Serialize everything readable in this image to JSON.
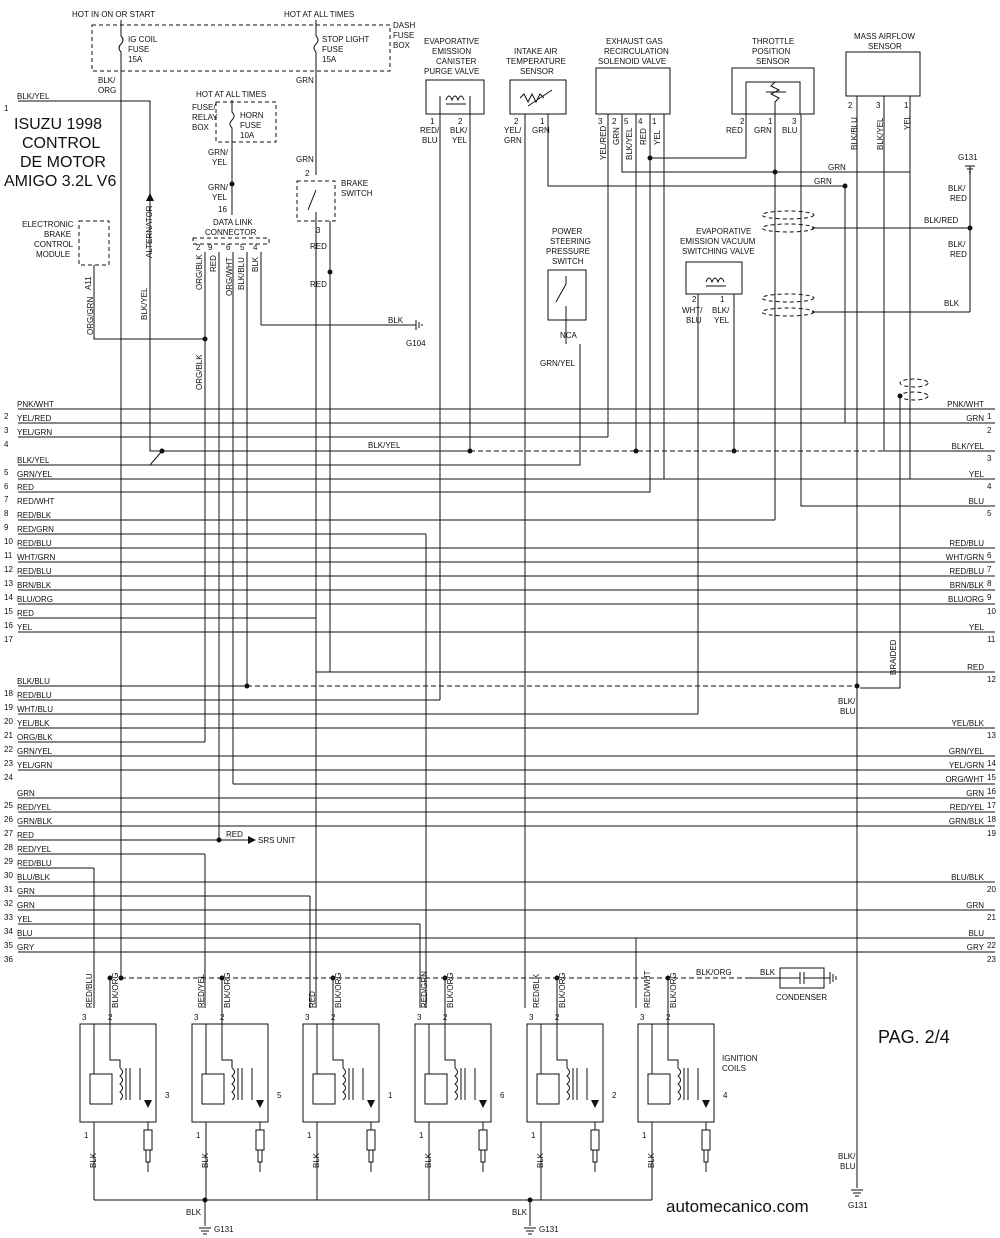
{
  "title": {
    "line1": "ISUZU 1998",
    "line2": "CONTROL",
    "line3": "DE MOTOR",
    "line4": "AMIGO 3.2L V6"
  },
  "page_label": "PAG. 2/4",
  "footer_site": "automecanico.com",
  "top": {
    "hot_in_on": "HOT IN ON OR START",
    "hot_at_all_times": "HOT AT ALL TIMES",
    "hot_at_all_times_2": "HOT AT ALL TIMES",
    "dash_fuse_box": [
      "DASH",
      "FUSE",
      "BOX"
    ],
    "ig_coil_fuse": [
      "IG COIL",
      "FUSE",
      "15A"
    ],
    "stop_light_fuse": [
      "STOP LIGHT",
      "FUSE",
      "15A"
    ],
    "fuse_relay_box": [
      "FUSE/",
      "RELAY",
      "BOX"
    ],
    "horn_fuse": [
      "HORN",
      "FUSE",
      "10A"
    ],
    "brake_switch": [
      "BRAKE",
      "SWITCH"
    ],
    "data_link": [
      "DATA LINK",
      "CONNECTOR"
    ],
    "ebcm": [
      "ELECTRONIC",
      "BRAKE",
      "CONTROL",
      "MODULE"
    ],
    "alternator": "ALTERNATOR",
    "g104": "G104",
    "g131": "G131"
  },
  "components": {
    "evap_purge": [
      "EVAPORATIVE",
      "EMISSION",
      "CANISTER",
      "PURGE VALVE"
    ],
    "iat": [
      "INTAKE AIR",
      "TEMPERATURE",
      "SENSOR"
    ],
    "egr": [
      "EXHAUST GAS",
      "RECIRCULATION",
      "SOLENOID VALVE"
    ],
    "tps": [
      "THROTTLE",
      "POSITION",
      "SENSOR"
    ],
    "maf": [
      "MASS AIRFLOW",
      "SENSOR"
    ],
    "ps_switch": [
      "POWER",
      "STEERING",
      "PRESSURE",
      "SWITCH"
    ],
    "evap_vacuum": [
      "EVAPORATIVE",
      "EMISSION VACUUM",
      "SWITCHING VALVE"
    ],
    "nca": "NCA",
    "srs_unit": "SRS UNIT",
    "condenser": "CONDENSER",
    "ignition_coils": [
      "IGNITION",
      "COILS"
    ],
    "braided": "BRAIDED"
  },
  "left_rows": [
    {
      "num": "1",
      "label": "BLK/YEL"
    },
    {
      "num": "2",
      "label": "PNK/WHT"
    },
    {
      "num": "3",
      "label": "YEL/RED"
    },
    {
      "num": "4",
      "label": "YEL/GRN"
    },
    {
      "num": "5",
      "label": "BLK/YEL"
    },
    {
      "num": "6",
      "label": "GRN/YEL"
    },
    {
      "num": "7",
      "label": "RED"
    },
    {
      "num": "8",
      "label": "RED/WHT"
    },
    {
      "num": "9",
      "label": "RED/BLK"
    },
    {
      "num": "10",
      "label": "RED/GRN"
    },
    {
      "num": "11",
      "label": "RED/BLU"
    },
    {
      "num": "12",
      "label": "WHT/GRN"
    },
    {
      "num": "13",
      "label": "RED/BLU"
    },
    {
      "num": "14",
      "label": "BRN/BLK"
    },
    {
      "num": "15",
      "label": "BLU/ORG"
    },
    {
      "num": "16",
      "label": "RED"
    },
    {
      "num": "17",
      "label": "YEL"
    },
    {
      "num": "18",
      "label": "BLK/BLU"
    },
    {
      "num": "19",
      "label": "RED/BLU"
    },
    {
      "num": "20",
      "label": "WHT/BLU"
    },
    {
      "num": "21",
      "label": "YEL/BLK"
    },
    {
      "num": "22",
      "label": "ORG/BLK"
    },
    {
      "num": "23",
      "label": "GRN/YEL"
    },
    {
      "num": "24",
      "label": "YEL/GRN"
    },
    {
      "num": "25",
      "label": "GRN"
    },
    {
      "num": "26",
      "label": "RED/YEL"
    },
    {
      "num": "27",
      "label": "GRN/BLK"
    },
    {
      "num": "28",
      "label": "RED"
    },
    {
      "num": "29",
      "label": "RED/YEL"
    },
    {
      "num": "30",
      "label": "RED/BLU"
    },
    {
      "num": "31",
      "label": "BLU/BLK"
    },
    {
      "num": "32",
      "label": "GRN"
    },
    {
      "num": "33",
      "label": "GRN"
    },
    {
      "num": "34",
      "label": "YEL"
    },
    {
      "num": "35",
      "label": "BLU"
    },
    {
      "num": "36",
      "label": "GRY"
    }
  ],
  "right_rows": [
    {
      "num": "1",
      "label": "PNK/WHT"
    },
    {
      "num": "2",
      "label": "GRN"
    },
    {
      "num": "3",
      "label": "BLK/YEL"
    },
    {
      "num": "4",
      "label": "YEL"
    },
    {
      "num": "5",
      "label": "BLU"
    },
    {
      "num": "6",
      "label": "RED/BLU"
    },
    {
      "num": "7",
      "label": "WHT/GRN"
    },
    {
      "num": "8",
      "label": "RED/BLU"
    },
    {
      "num": "9",
      "label": "BRN/BLK"
    },
    {
      "num": "10",
      "label": "BLU/ORG"
    },
    {
      "num": "11",
      "label": "YEL"
    },
    {
      "num": "12",
      "label": "RED"
    },
    {
      "num": "13",
      "label": "YEL/BLK"
    },
    {
      "num": "14",
      "label": "GRN/YEL"
    },
    {
      "num": "15",
      "label": "YEL/GRN"
    },
    {
      "num": "16",
      "label": "ORG/WHT"
    },
    {
      "num": "17",
      "label": "GRN"
    },
    {
      "num": "18",
      "label": "RED/YEL"
    },
    {
      "num": "19",
      "label": "GRN/BLK"
    },
    {
      "num": "20",
      "label": "BLU/BLK"
    },
    {
      "num": "21",
      "label": "GRN"
    },
    {
      "num": "22",
      "label": "BLU"
    },
    {
      "num": "23",
      "label": "GRY"
    }
  ],
  "wire_labels": {
    "blk_org": "BLK/",
    "blk_org2": "ORG",
    "grn": "GRN",
    "grn_yel_a": "GRN/",
    "grn_yel_b": "YEL",
    "red": "RED",
    "blk": "BLK",
    "blk_yel": "BLK/YEL",
    "org_grn": "ORG/GRN",
    "org_blk": "ORG/BLK",
    "org_wht": "ORG/WHT",
    "blk_blu": "BLK/BLU",
    "red_blu_a": "RED/",
    "red_blu_b": "BLU",
    "blk_yel_a": "BLK/",
    "blk_yel_b": "YEL",
    "yel_grn_a": "YEL/",
    "yel_grn_b": "GRN",
    "yel_red": "YEL/RED",
    "blk_red_a": "BLK/",
    "blk_red_b": "RED",
    "blk_red": "BLK/RED",
    "yel": "YEL",
    "blu": "BLU",
    "grn_yel": "GRN/YEL",
    "wht_blu_a": "WHT/",
    "wht_blu_b": "BLU",
    "blk_blu_a": "BLK/",
    "blk_blu_b": "BLU",
    "blk_org_h": "BLK/ORG",
    "a11": "A11"
  },
  "coils": [
    {
      "num": "3",
      "wire_a": "RED/BLU",
      "wire_b": "BLK/ORG"
    },
    {
      "num": "5",
      "wire_a": "RED/YEL",
      "wire_b": "BLK/ORG"
    },
    {
      "num": "1",
      "wire_a": "RED",
      "wire_b": "BLK/ORG"
    },
    {
      "num": "6",
      "wire_a": "RED/GRN",
      "wire_b": "BLK/ORG"
    },
    {
      "num": "2",
      "wire_a": "RED/BLK",
      "wire_b": "BLK/ORG"
    },
    {
      "num": "4",
      "wire_a": "RED/WHT",
      "wire_b": "BLK/ORG"
    }
  ]
}
